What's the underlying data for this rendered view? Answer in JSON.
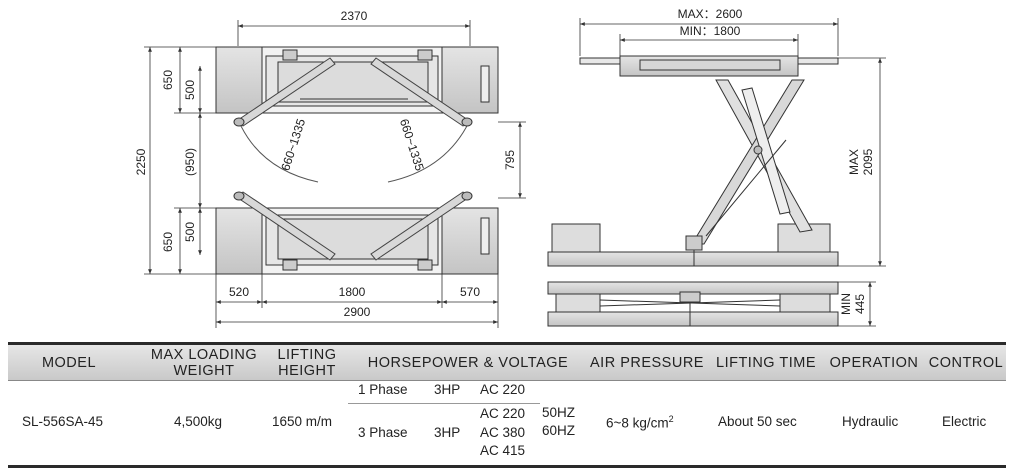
{
  "dimensions": {
    "top_width": "2370",
    "top_pad_left": "650",
    "top_pad_left_inner": "500",
    "overall_length": "2250",
    "center_gap": "(950)",
    "arm_range_left": "660~1335",
    "arm_range_right": "660~1335",
    "right_gap": "795",
    "bottom_pad_left": "650",
    "bottom_pad_left_inner": "500",
    "bottom_seg_left": "520",
    "bottom_seg_mid": "1800",
    "bottom_seg_right": "570",
    "bottom_overall": "2900",
    "side_max_width": "MAX：2600",
    "side_min_width": "MIN：1800",
    "side_max_height_line1": "MAX",
    "side_max_height_line2": "2095",
    "side_min_height_line1": "MIN",
    "side_min_height_line2": "445"
  },
  "table": {
    "headers": {
      "model": "MODEL",
      "max_loading_line1": "MAX LOADING",
      "max_loading_line2": "WEIGHT",
      "lifting_height_line1": "LIFTING",
      "lifting_height_line2": "HEIGHT",
      "horsepower": "HORSEPOWER & VOLTAGE",
      "air_pressure": "AIR PRESSURE",
      "lifting_time": "LIFTING TIME",
      "operation": "OPERATION",
      "control": "CONTROL"
    },
    "row": {
      "model": "SL-556SA-45",
      "max_loading": "4,500kg",
      "lifting_height": "1650 m/m",
      "phase1_label": "1 Phase",
      "phase1_hp": "3HP",
      "phase1_voltage": "AC 220",
      "phase3_label": "3 Phase",
      "phase3_hp": "3HP",
      "phase3_voltage_1": "AC 220",
      "phase3_voltage_2": "AC 380",
      "phase3_voltage_3": "AC 415",
      "freq_1": "50HZ",
      "freq_2": "60HZ",
      "air_pressure": "6~8 kg/cm",
      "air_pressure_sup": "2",
      "lifting_time": "About 50 sec",
      "operation": "Hydraulic",
      "control": "Electric"
    }
  }
}
